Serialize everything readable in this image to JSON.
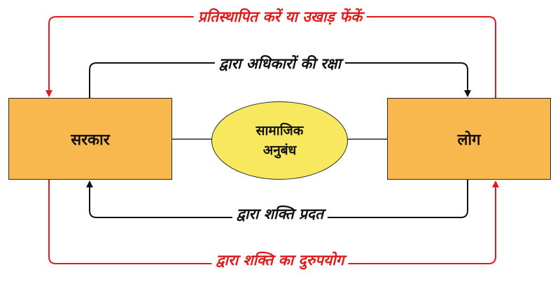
{
  "diagram": {
    "nodes": {
      "government": "सरकार",
      "people": "लोग",
      "contract_line1": "सामाजिक",
      "contract_line2": "अनुबंध"
    },
    "edges": {
      "replace_or_overthrow": "प्रतिस्थापित करें या उखाड़ फेंकें",
      "protection_of_rights": "द्वारा अधिकारों की रक्षा",
      "power_granted": "द्वारा शक्ति प्रदत",
      "misuse_of_power": "द्वारा शक्ति का दुरुपयोग"
    },
    "colors": {
      "box_fill": "#f8b84e",
      "ellipse_fill": "#f7e85e",
      "red_arrow": "#e11b1b",
      "black_arrow": "#111111"
    }
  }
}
